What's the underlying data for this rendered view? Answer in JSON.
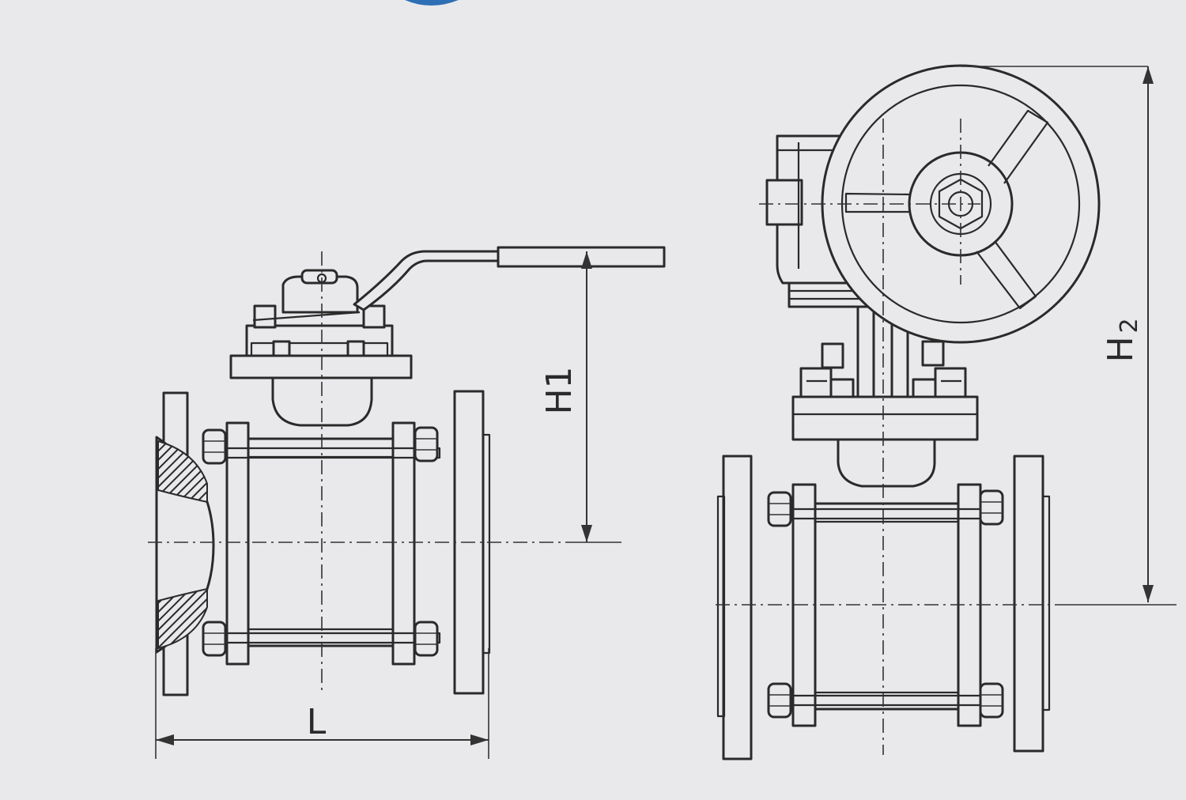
{
  "diagram": {
    "dimension_labels": {
      "length": "L",
      "height_lever": "H1",
      "height_gear_main": "H",
      "height_gear_sub": "2"
    },
    "colors": {
      "background": "#e9e9ec",
      "line": "#2a2a2a",
      "corner_blob": "#2d6fb5"
    }
  }
}
